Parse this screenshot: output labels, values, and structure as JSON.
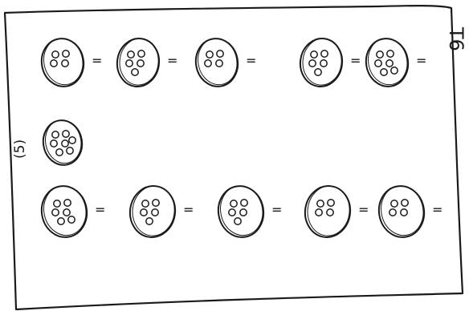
{
  "page": {
    "tag_text": "T6",
    "side_label": "(5)",
    "equals_sign": "="
  },
  "rows": [
    {
      "name": "top-row",
      "cells": [
        {
          "dots": 4
        },
        {
          "dots": 5
        },
        {
          "dots": 4
        },
        {
          "dots": 5
        },
        {
          "dots": 6
        }
      ]
    },
    {
      "name": "middle-row",
      "cells": [
        {
          "dots": 7
        }
      ]
    },
    {
      "name": "bottom-row",
      "cells": [
        {
          "dots": 6
        },
        {
          "dots": 5
        },
        {
          "dots": 5
        },
        {
          "dots": 4
        },
        {
          "dots": 4
        }
      ]
    }
  ]
}
